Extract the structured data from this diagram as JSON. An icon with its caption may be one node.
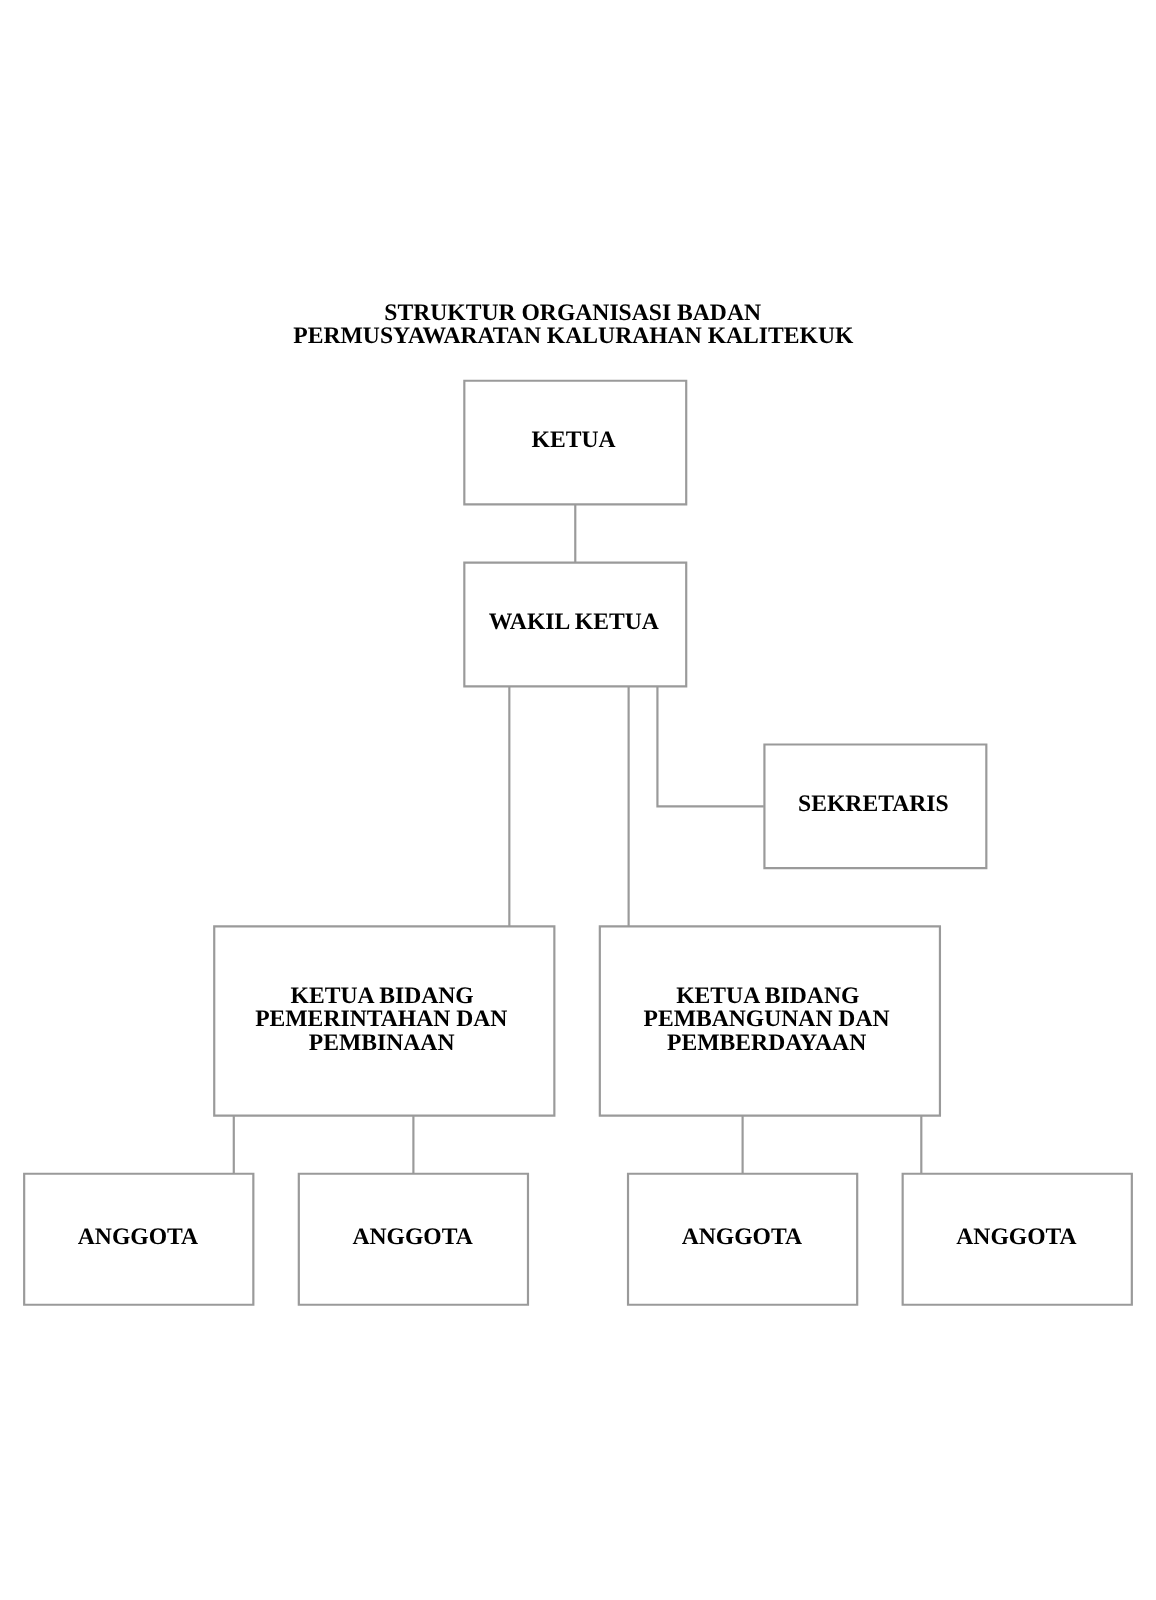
{
  "diagram": {
    "title": "STRUKTUR ORGANISASI BADAN PERMUSYAWARATAN KALURAHAN KALITEKUK",
    "nodes": [
      {
        "text": [
          "KETUA"
        ]
      },
      {
        "text": [
          "WAKIL KETUA"
        ]
      },
      {
        "text": [
          "SEKRETARIS"
        ]
      },
      {
        "text": [
          "KETUA BIDANG PEMERINTAHAN DAN PEMBINAAN"
        ]
      },
      {
        "text": [
          "KETUA BIDANG PEMBANGUNAN DAN PEMBERDAYAAN"
        ]
      },
      {
        "text": [
          "ANGGOTA"
        ]
      },
      {
        "text": [
          "ANGGOTA"
        ]
      },
      {
        "text": [
          "ANGGOTA"
        ]
      },
      {
        "text": [
          "ANGGOTA"
        ]
      }
    ],
    "edges": [
      {
        "from": 0,
        "to": 1,
        "arrow": "none"
      },
      {
        "from": 1,
        "to": 3,
        "arrow": "none"
      },
      {
        "from": 1,
        "to": 4,
        "arrow": "none"
      },
      {
        "from": 1,
        "to": 2,
        "arrow": "none"
      },
      {
        "from": 3,
        "to": 5,
        "arrow": "none"
      },
      {
        "from": 3,
        "to": 6,
        "arrow": "none"
      },
      {
        "from": 4,
        "to": 7,
        "arrow": "none"
      },
      {
        "from": 4,
        "to": 8,
        "arrow": "none"
      }
    ]
  }
}
